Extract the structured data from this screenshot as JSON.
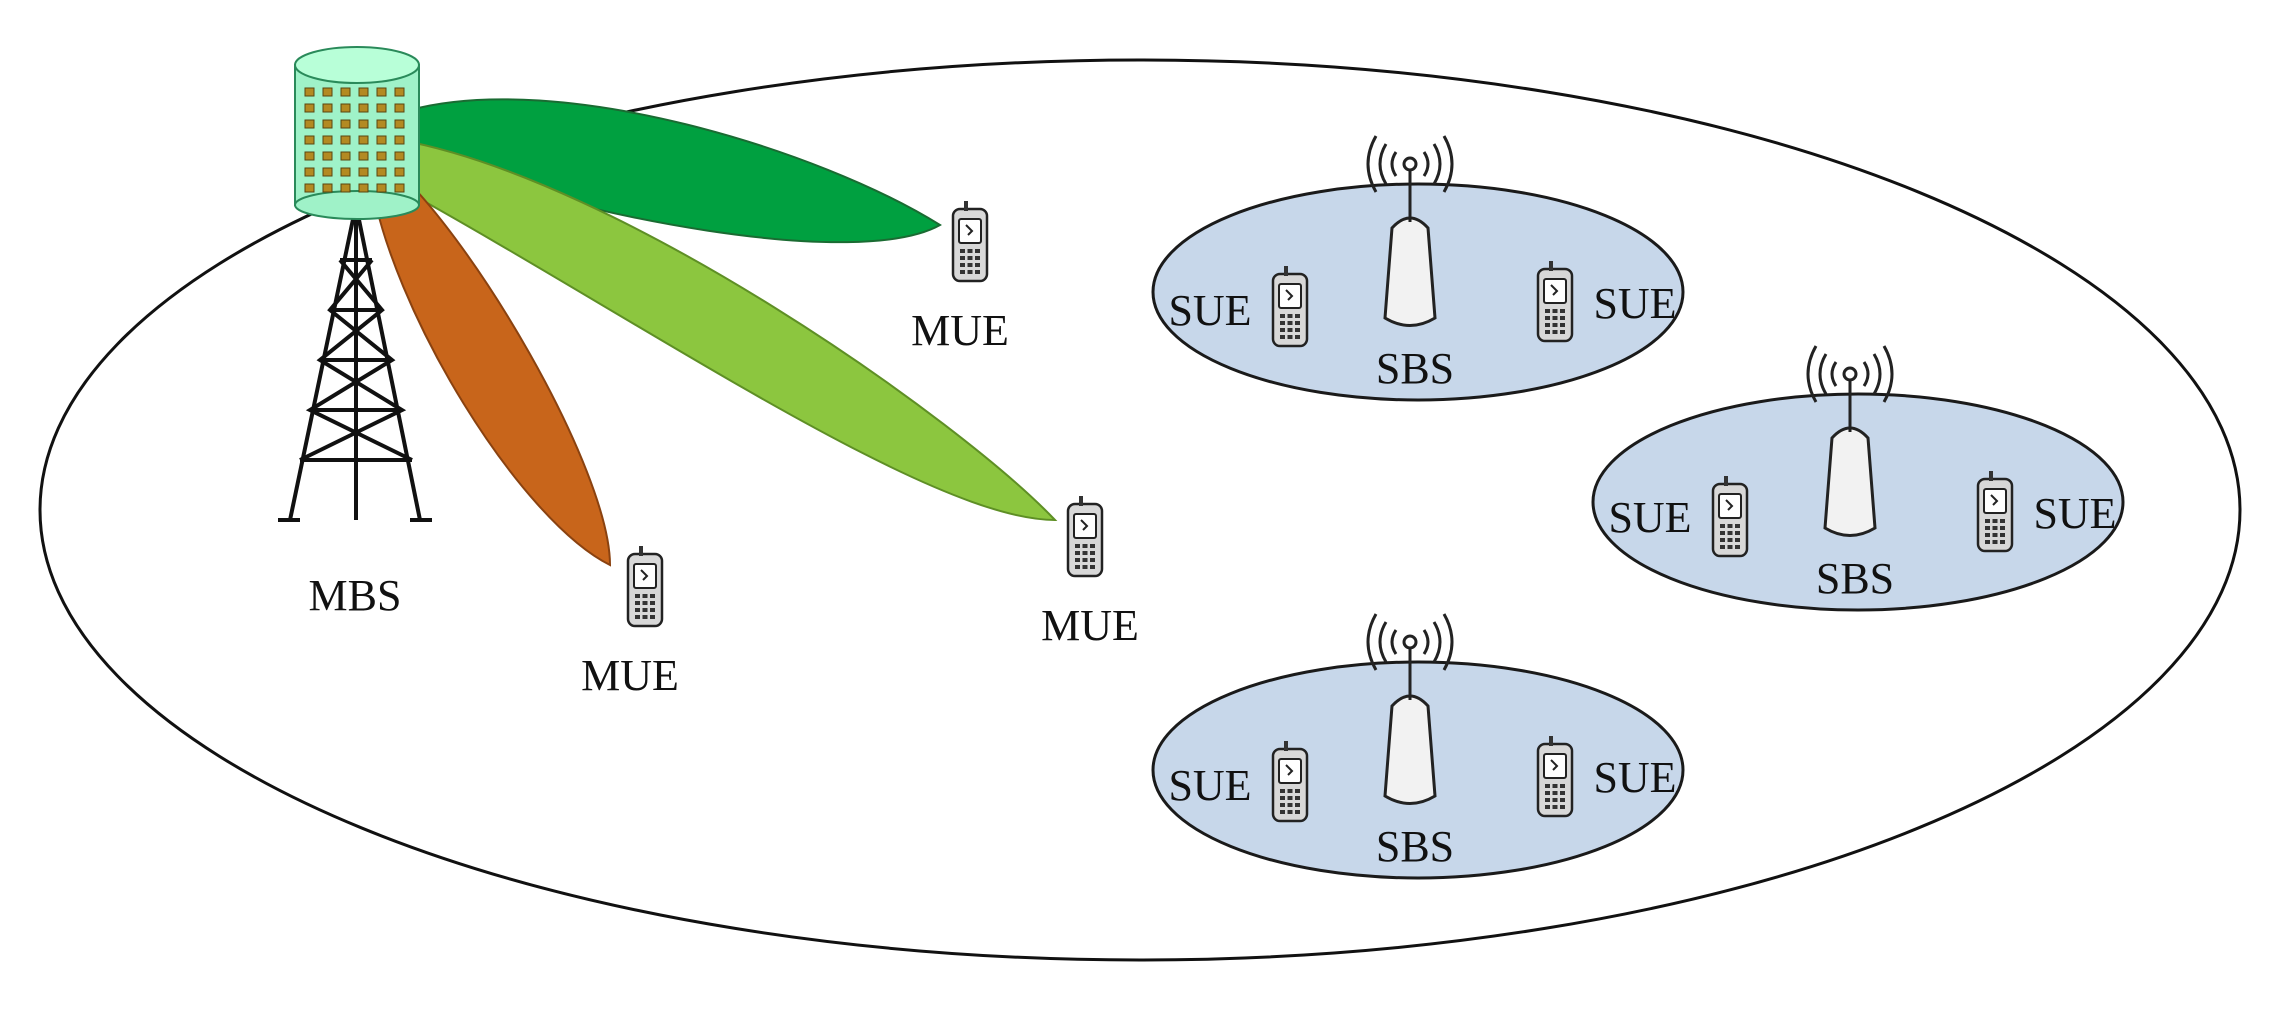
{
  "diagram": {
    "macro_cell": {
      "base_station_label": "MBS",
      "users": [
        {
          "label": "MUE",
          "beam_color": "#00a040"
        },
        {
          "label": "MUE",
          "beam_color": "#8cc63f"
        },
        {
          "label": "MUE",
          "beam_color": "#c8651b"
        }
      ],
      "head_color": "#9ff2c8"
    },
    "small_cells": [
      {
        "base_station_label": "SBS",
        "left_user": "SUE",
        "right_user": "SUE"
      },
      {
        "base_station_label": "SBS",
        "left_user": "SUE",
        "right_user": "SUE"
      },
      {
        "base_station_label": "SBS",
        "left_user": "SUE",
        "right_user": "SUE"
      }
    ],
    "colors": {
      "small_cell_fill": "#c7d7ea",
      "outline": "#1a1a1a"
    }
  }
}
